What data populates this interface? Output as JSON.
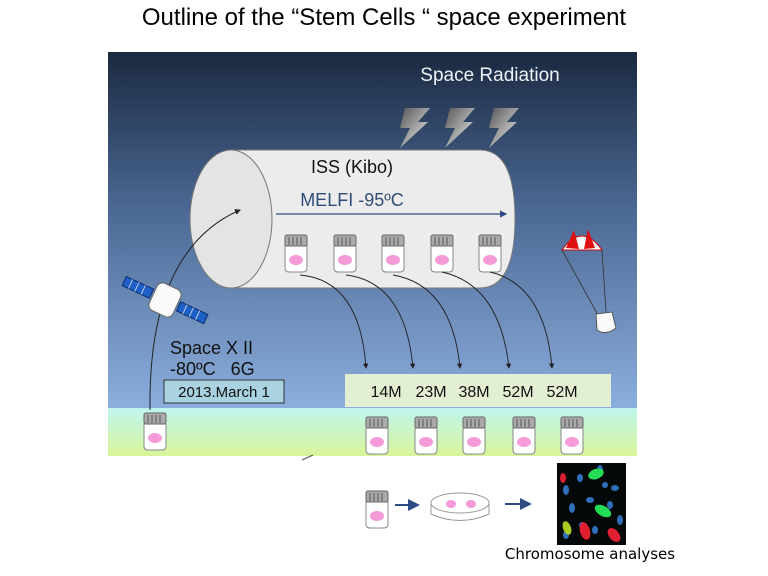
{
  "title": "Outline of the “Stem Cells “ space experiment",
  "labels": {
    "space_radiation": "Space Radiation",
    "iss": "ISS (Kibo)",
    "melfi": "MELFI -95ºC",
    "spacex": "Space X II",
    "spacex_conditions": "-80ºC   6G",
    "launch_date": "2013.March 1",
    "durations": [
      "14M",
      "23M",
      "38M",
      "52M",
      "52M"
    ],
    "caption": "Chromosome analyses"
  },
  "colors": {
    "sky_top": "#1b2940",
    "sky_bottom": "#8db0de",
    "ground_top": "#bff5ee",
    "ground_bottom": "#d9f59a",
    "cell": "#f59ad8",
    "duration_box": "#e3efd2"
  }
}
